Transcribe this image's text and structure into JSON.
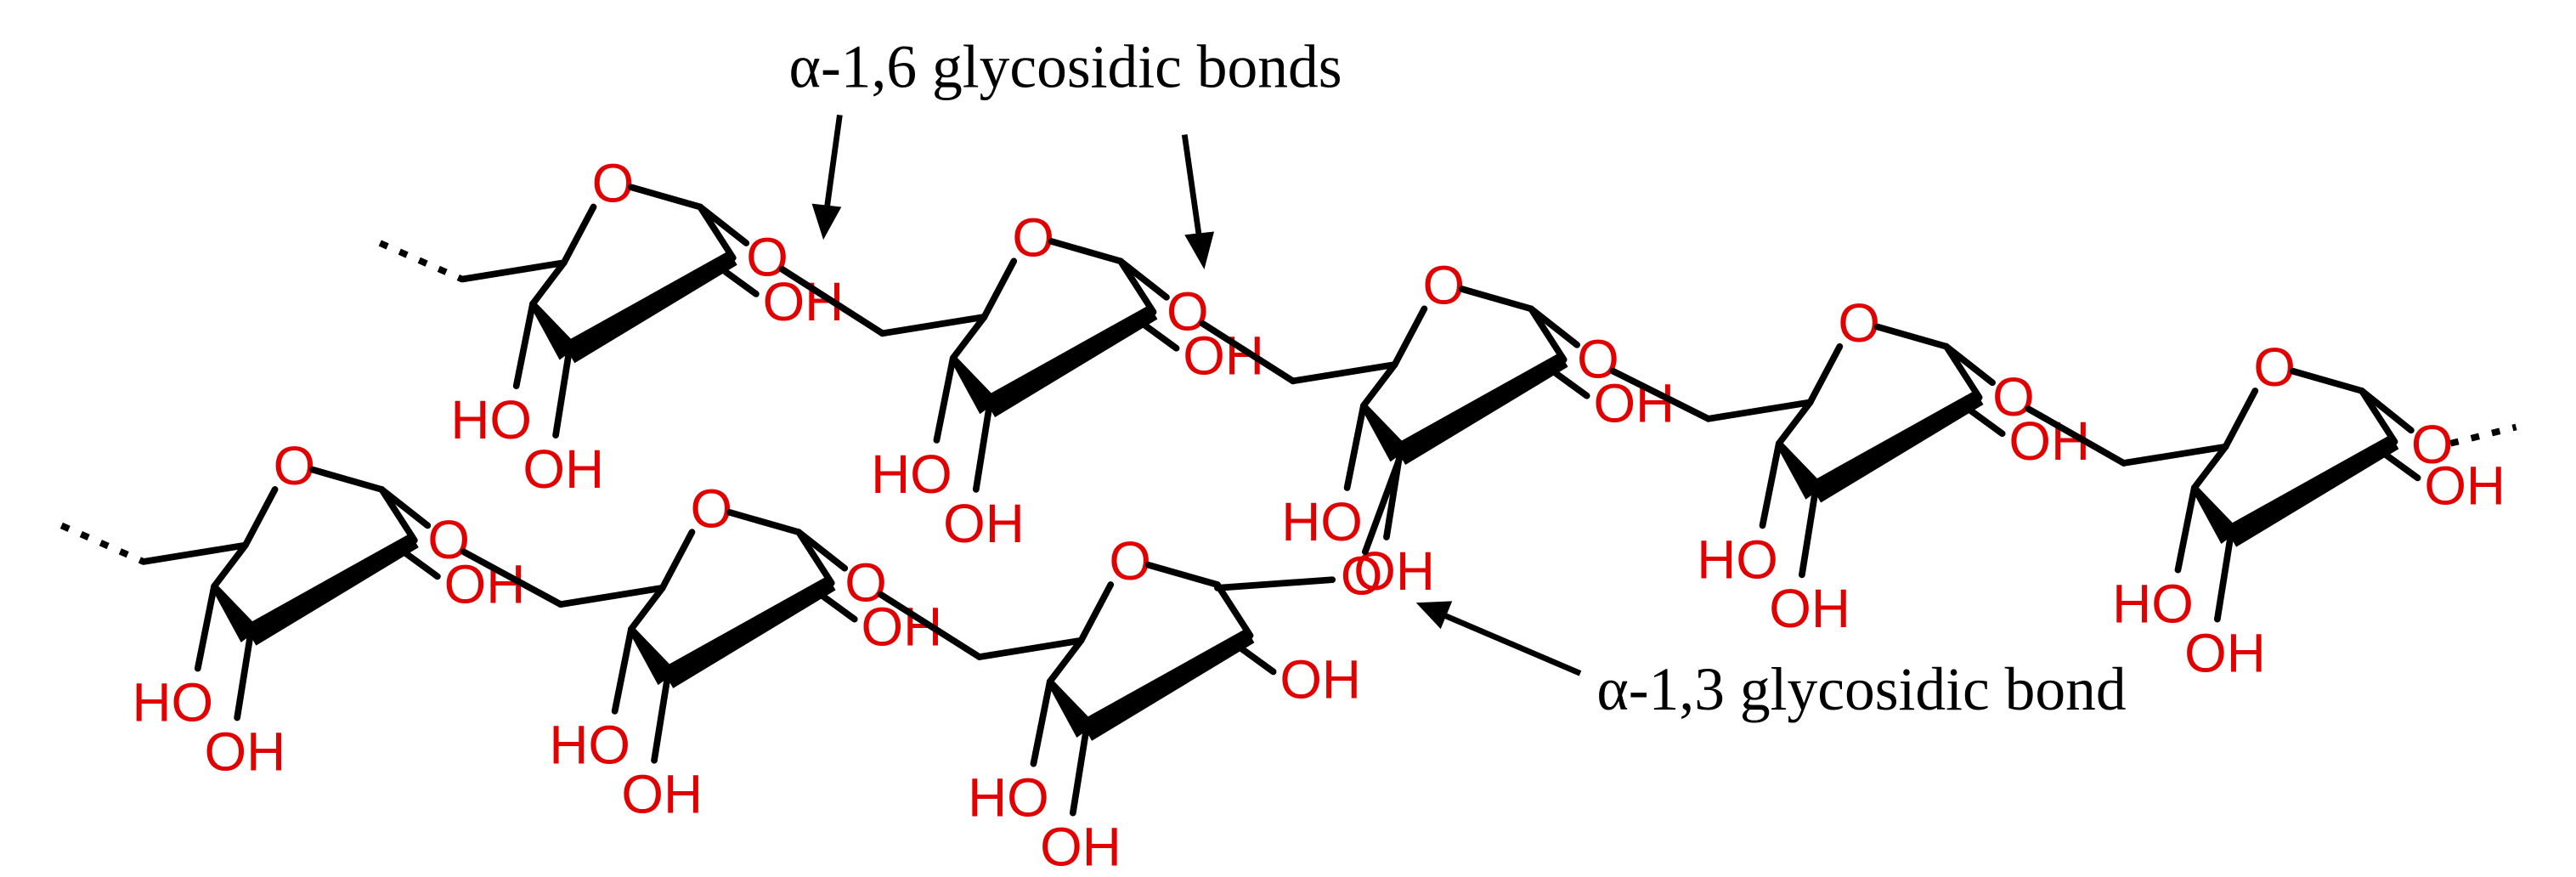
{
  "diagram": {
    "annotations": {
      "alpha_1_6": "α-1,6 glycosidic bonds",
      "alpha_1_3": "α-1,3 glycosidic bond"
    },
    "atoms": {
      "ring_oxygen": "O",
      "linkage_oxygen": "O",
      "hydroxyl": "OH",
      "hydroxyl_left": "HO"
    },
    "colors": {
      "heteroatom": "#e00000",
      "bond": "#000000",
      "caption": "#000000"
    },
    "structure": {
      "upper_chain_residues": 5,
      "lower_chain_residues": 3,
      "chain_continuation": "dotted"
    }
  }
}
